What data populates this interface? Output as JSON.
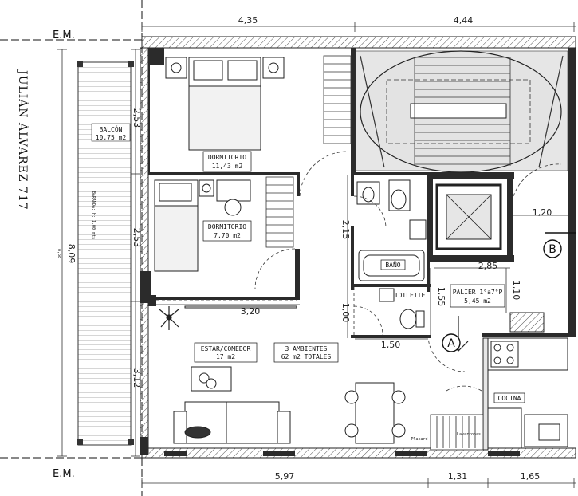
{
  "street": "JULIÁN ÁLVAREZ 717",
  "em_labels": {
    "top": "E.M.",
    "bottom": "E.M."
  },
  "dimensions": {
    "top_left": "4,35",
    "top_right": "4,44",
    "bottom_1": "5,97",
    "bottom_2": "1,31",
    "bottom_3": "1,65",
    "left_upper": "2,53",
    "left_mid": "2,53",
    "left_lower": "3,12",
    "left_total": "8,09",
    "outer_total": "8,68",
    "hall_width": "2,85",
    "stair_gap": "1,20",
    "bath_height": "2,15",
    "toilet_height": "1,00",
    "corridor_width": "1,50",
    "hall_height": "1,55",
    "door_height": "1,10",
    "living_width": "3,20"
  },
  "rooms": {
    "balcon_name": "BALCÓN",
    "balcon_area": "10,75 m2",
    "baranda": "BARANDA: H: 1.00 mts",
    "dorm1_name": "DORMITORIO",
    "dorm1_area": "11,43 m2",
    "dorm2_name": "DORMITORIO",
    "dorm2_area": "7,70 m2",
    "bano": "BAÑO",
    "toilette": "TOILETTE",
    "palier_name": "PALIER 1°a7°P",
    "palier_area": "5,45 m2",
    "estar_name": "ESTAR/COMEDOR",
    "estar_area": "17 m2",
    "ambientes_name": "3 AMBIENTES",
    "ambientes_area": "62 m2 TOTALES",
    "cocina": "COCINA",
    "placard": "Placard",
    "lavadero": "Lavarropas"
  },
  "markers": {
    "a": "A",
    "b": "B"
  },
  "colors": {
    "wall": "#2b2b2b",
    "shade": "#e6e6e6",
    "hatch": "#555555"
  }
}
